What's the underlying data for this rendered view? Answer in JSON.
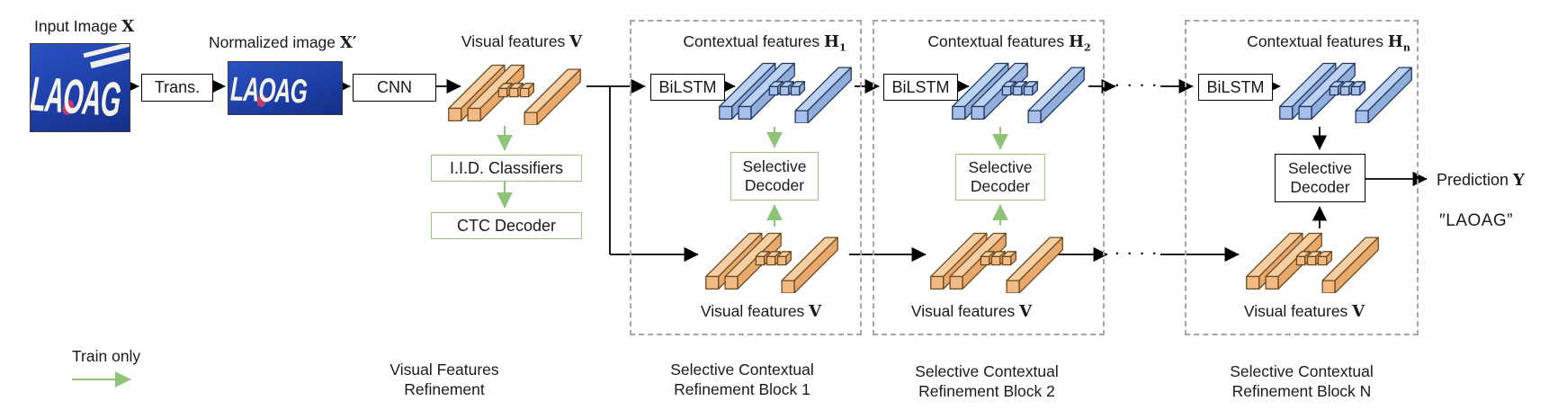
{
  "colors": {
    "box_green": "#97c87e",
    "arrow_green": "#8fc377",
    "arrow_black": "#000000",
    "dash_gray": "#a6a6a6",
    "bar_orange_top": "#f7cfa2",
    "bar_orange_front": "#f1ba84",
    "bar_orange_side": "#e9a96c",
    "bar_orange_outline": "#6b4a1f",
    "bar_blue_top": "#bcd2f2",
    "bar_blue_front": "#a6c0ea",
    "bar_blue_side": "#90aedb",
    "bar_blue_outline": "#23375c",
    "plate_blue": "#1d3fa6"
  },
  "pipeline": {
    "input_label_prefix": "Input Image ",
    "input_var": "X",
    "normalized_label_prefix": "Normalized image ",
    "normalized_var": "X′",
    "plate_text": "LAOAG",
    "trans_box": "Trans.",
    "cnn_box": "CNN",
    "bilstm_box": "BiLSTM",
    "iid_box": "I.I.D. Classifiers",
    "ctc_box": "CTC Decoder",
    "selective_decoder_line1": "Selective",
    "selective_decoder_line2": "Decoder"
  },
  "features": {
    "visual_prefix": "Visual features ",
    "visual_var": "V",
    "contextual_prefix": "Contextual features ",
    "contextual_var": "H",
    "h_subs": [
      "1",
      "2",
      "n"
    ]
  },
  "captions": {
    "refinement_line1": "Visual Features",
    "refinement_line2": "Refinement",
    "block_line1": "Selective Contextual",
    "block1_line2": "Refinement Block 1",
    "block2_line2": "Refinement Block 2",
    "blockn_line2": "Refinement Block N"
  },
  "legend": {
    "train_only": "Train only"
  },
  "output": {
    "prediction_prefix": "Prediction ",
    "prediction_var": "Y",
    "value": "″LAOAG”"
  },
  "ellipsis": "· · · ·"
}
